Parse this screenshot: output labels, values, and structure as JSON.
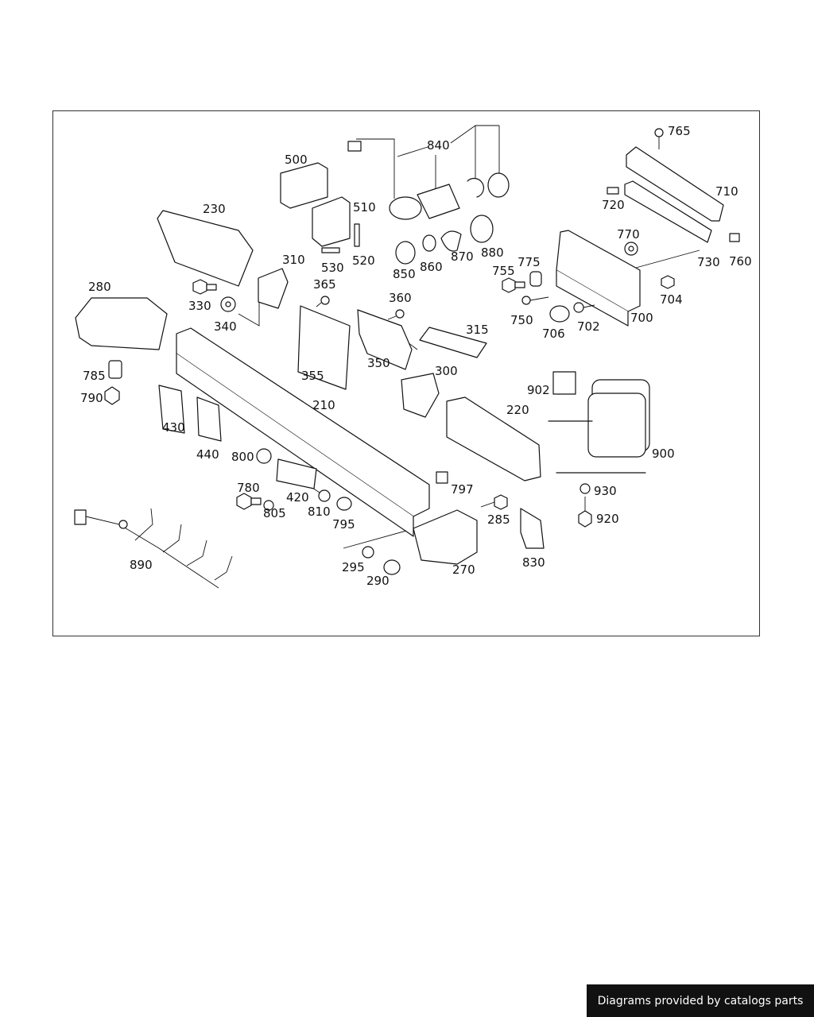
{
  "diagram": {
    "part_numbers": [
      "765",
      "840",
      "500",
      "510",
      "710",
      "720",
      "230",
      "520",
      "860",
      "880",
      "870",
      "770",
      "760",
      "730",
      "310",
      "530",
      "850",
      "755",
      "775",
      "704",
      "280",
      "365",
      "360",
      "330",
      "340",
      "315",
      "750",
      "700",
      "706",
      "702",
      "355",
      "350",
      "300",
      "785",
      "902",
      "790",
      "210",
      "220",
      "430",
      "900",
      "440",
      "800",
      "797",
      "930",
      "780",
      "420",
      "285",
      "920",
      "805",
      "810",
      "795",
      "830",
      "890",
      "295",
      "270",
      "290"
    ]
  },
  "footer": {
    "text": "Diagrams provided by catalogs parts"
  },
  "colors": {
    "line": "#111111",
    "banner_bg": "#111111",
    "banner_text": "#ffffff"
  }
}
